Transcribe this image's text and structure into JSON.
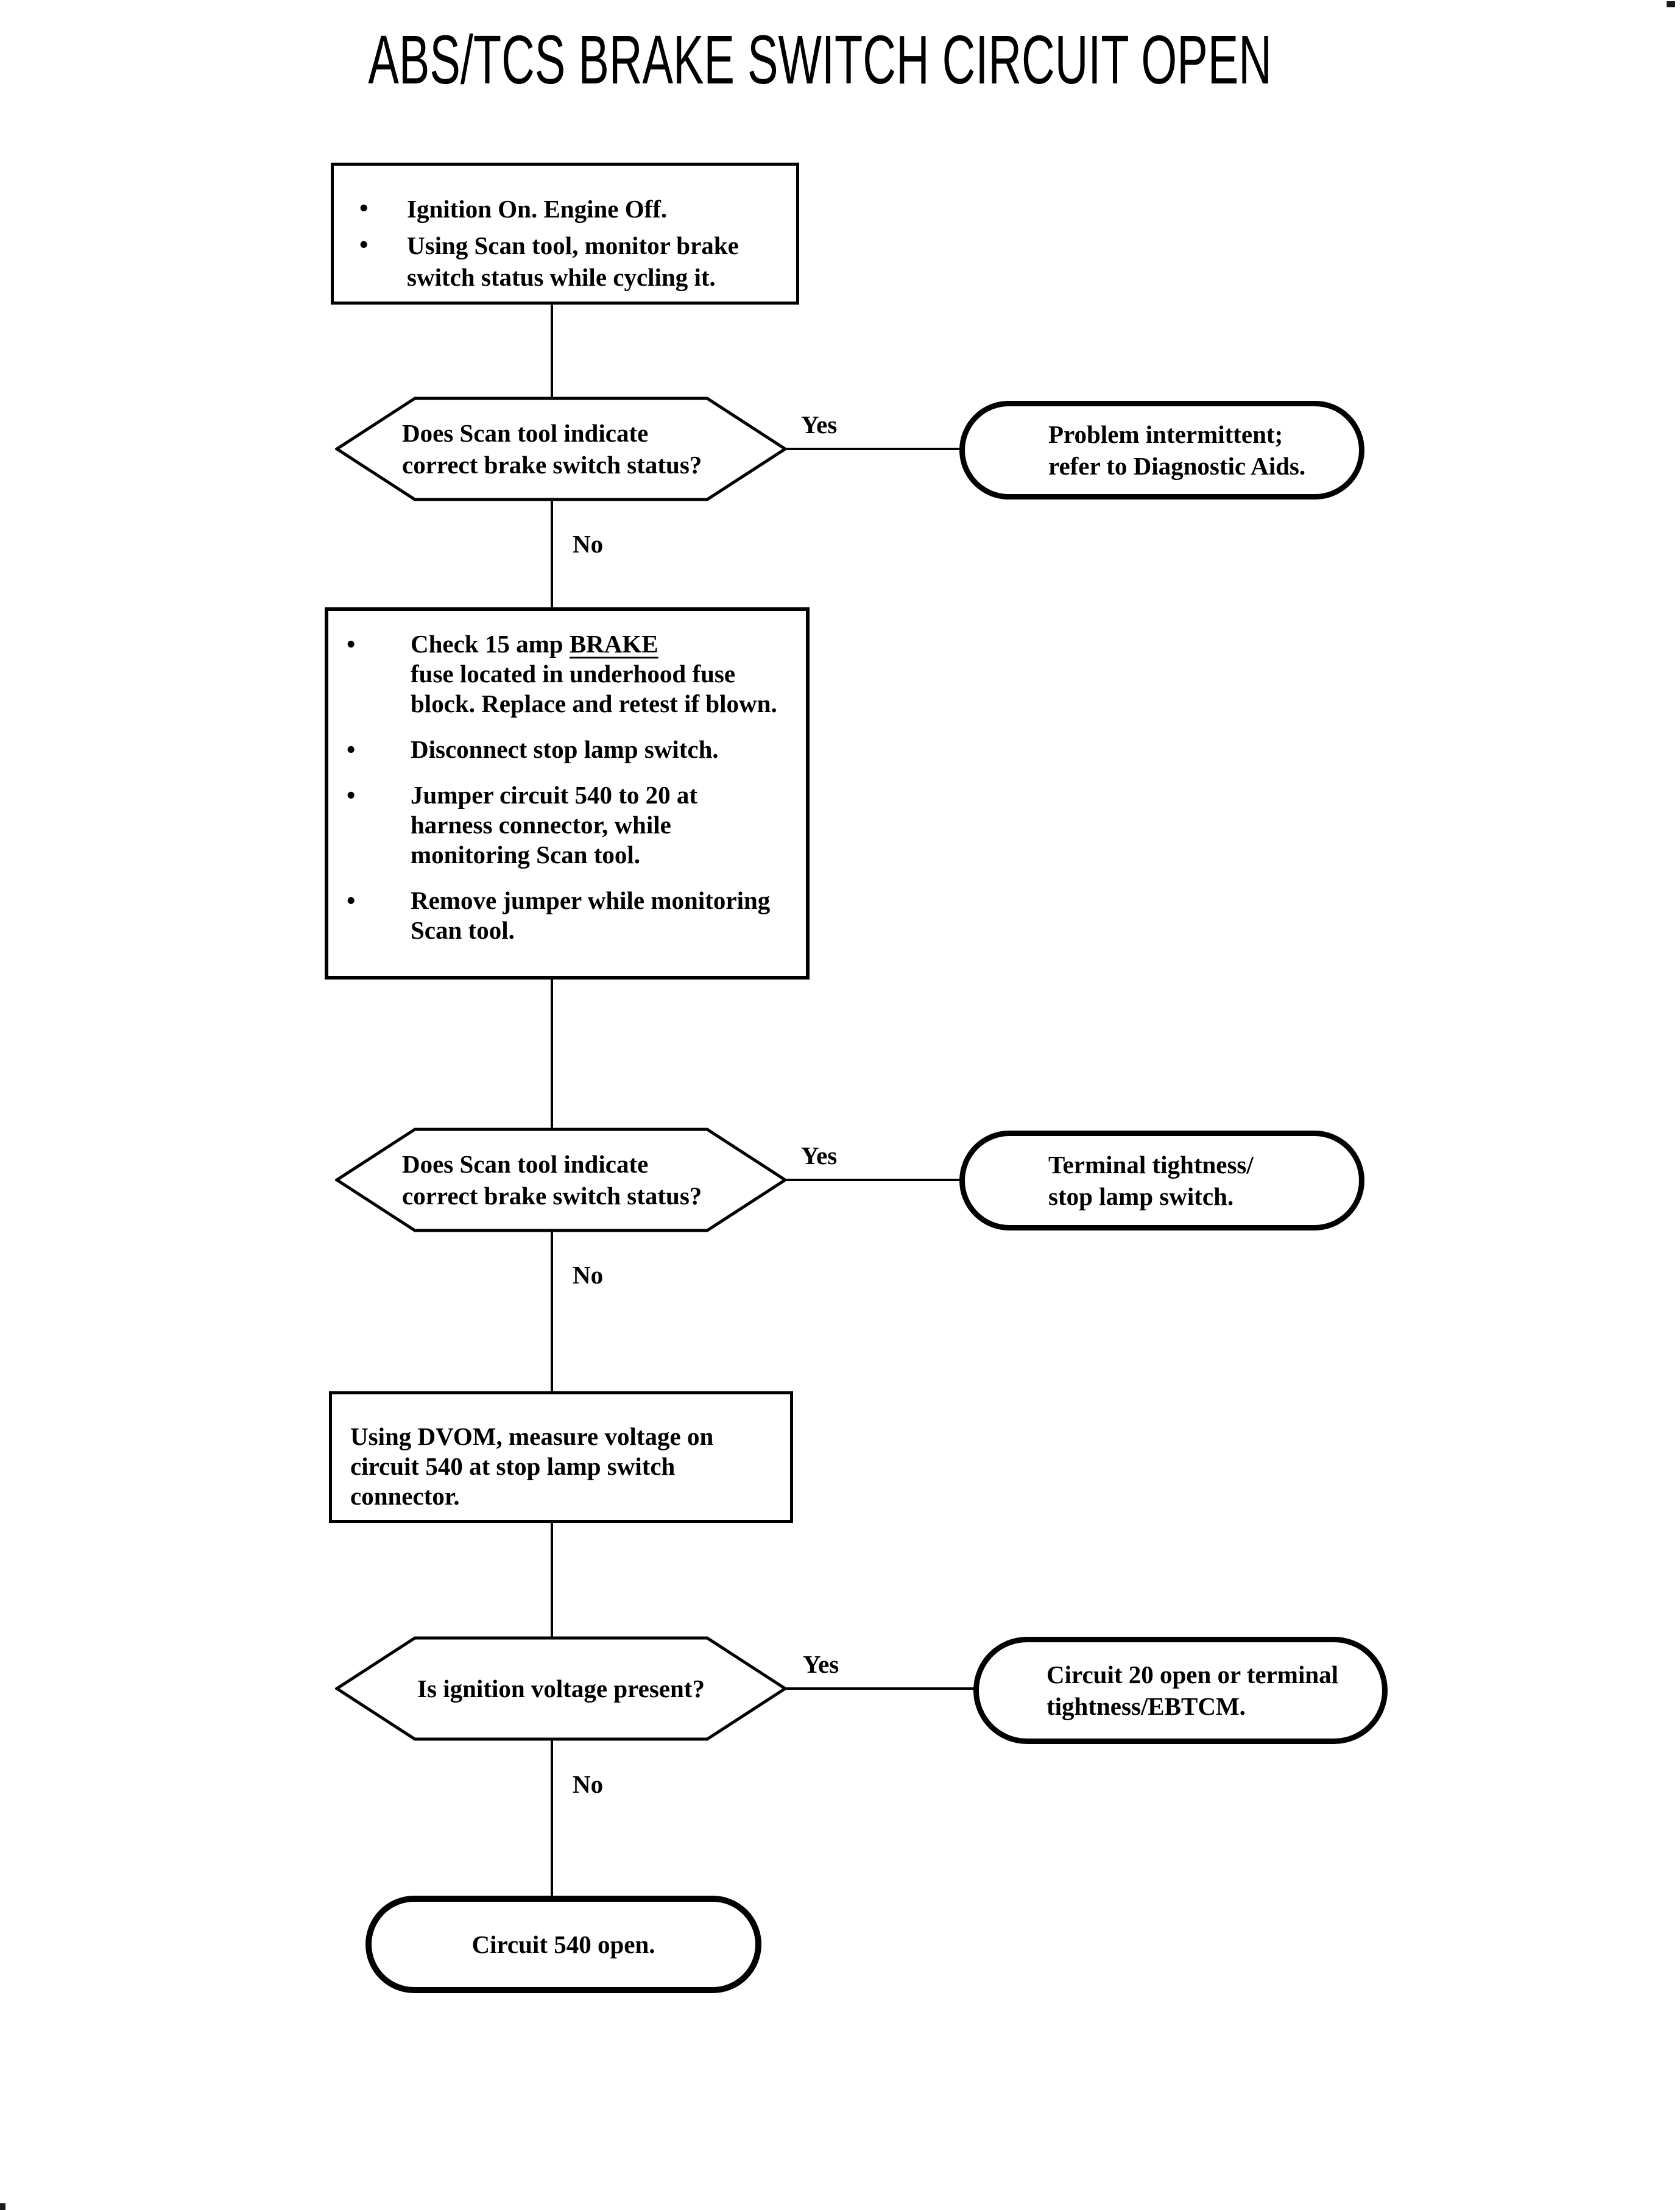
{
  "title": "ABS/TCS BRAKE SWITCH CIRCUIT OPEN",
  "colors": {
    "ink": "#000000",
    "paper": "#ffffff"
  },
  "branch_labels": {
    "yes": "Yes",
    "no": "No"
  },
  "flow": {
    "step1": {
      "bullet_char": "•",
      "bullets": [
        {
          "lines": [
            "Ignition On. Engine Off."
          ]
        },
        {
          "lines": [
            "Using Scan tool, monitor brake",
            "switch status while cycling it."
          ]
        }
      ]
    },
    "decision1": {
      "lines": [
        "Does Scan tool indicate",
        "correct brake switch status?"
      ]
    },
    "outcome1": {
      "lines": [
        "Problem intermittent;",
        "refer to Diagnostic Aids."
      ]
    },
    "step2": {
      "bullet_char": "•",
      "bullets": [
        {
          "lines": [
            {
              "text": "Check 15 amp BRAKE",
              "underline": "BRAKE"
            },
            "fuse located in underhood fuse",
            "block. Replace and retest if blown."
          ]
        },
        {
          "lines": [
            "Disconnect stop lamp switch."
          ]
        },
        {
          "lines": [
            "Jumper circuit 540 to 20 at",
            "harness connector, while",
            "monitoring Scan tool."
          ]
        },
        {
          "lines": [
            "Remove jumper while monitoring",
            "Scan tool."
          ]
        }
      ]
    },
    "decision2": {
      "lines": [
        "Does Scan tool indicate",
        "correct brake switch status?"
      ]
    },
    "outcome2": {
      "lines": [
        "Terminal tightness/",
        "stop lamp switch."
      ]
    },
    "step3": {
      "lines": [
        "Using DVOM, measure voltage on",
        "circuit 540 at stop lamp switch",
        "connector."
      ]
    },
    "decision3": {
      "lines": [
        "Is ignition voltage present?"
      ]
    },
    "outcome3": {
      "lines": [
        "Circuit 20 open or terminal",
        "tightness/EBTCM."
      ]
    },
    "outcome4": {
      "lines": [
        "Circuit 540 open."
      ]
    }
  }
}
